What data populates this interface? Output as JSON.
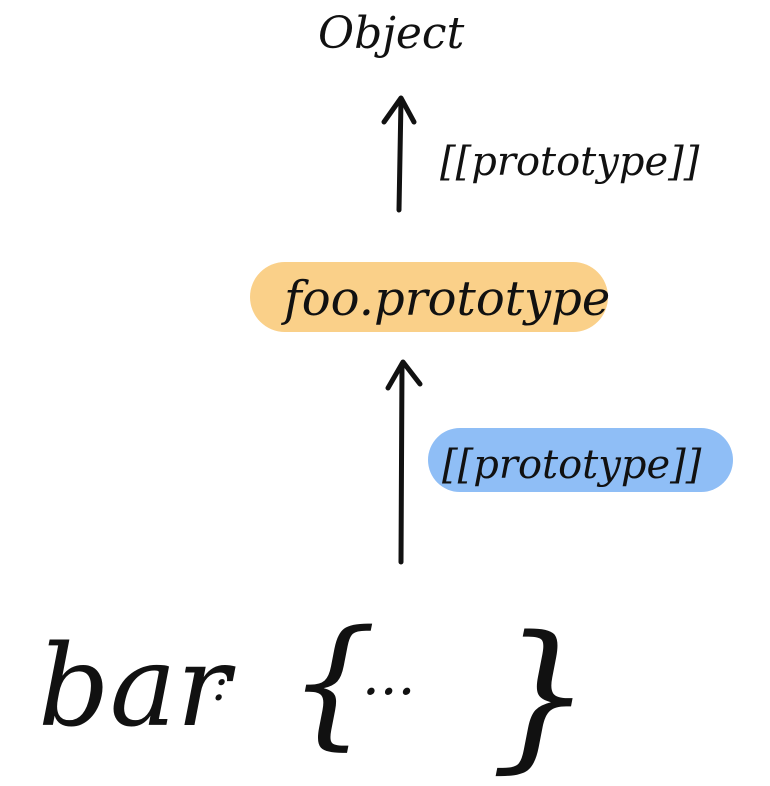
{
  "colors": {
    "ink": "#111111",
    "highlight_orange": "#FAD089",
    "highlight_blue": "#8FBEF6",
    "background": "#FFFFFF"
  },
  "nodes": {
    "top": "Object",
    "middle": "foo.prototype",
    "bottom_label": "bar",
    "bottom_colon": ":",
    "bottom_open_brace": "{",
    "bottom_ellipsis": "...",
    "bottom_close_brace": "}"
  },
  "edges": {
    "upper_label": "[[prototype]]",
    "lower_label": "[[prototype]]"
  }
}
